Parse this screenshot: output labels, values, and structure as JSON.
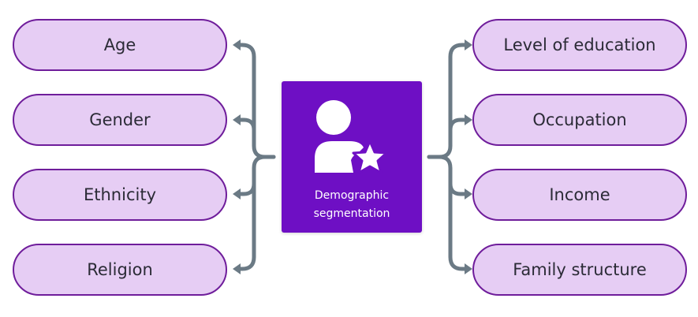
{
  "center": {
    "label_line1": "Demographic",
    "label_line2": "segmentation",
    "icon": "person-star-icon"
  },
  "left_items": [
    "Age",
    "Gender",
    "Ethnicity",
    "Religion"
  ],
  "right_items": [
    "Level of education",
    "Occupation",
    "Income",
    "Family structure"
  ],
  "colors": {
    "pill_fill": "#e6cdf4",
    "pill_border": "#6f1d9b",
    "center_fill": "#6e0fc4",
    "connector": "#6b7a85"
  }
}
